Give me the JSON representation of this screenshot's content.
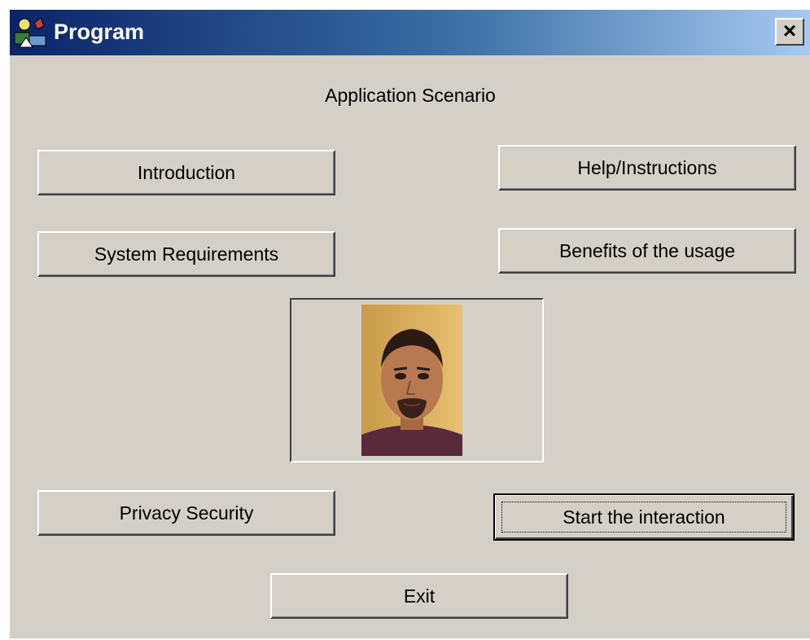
{
  "window": {
    "title": "Program",
    "close_glyph": "×",
    "app_icon": "program-app-icon"
  },
  "heading": "Application Scenario",
  "buttons": {
    "introduction": "Introduction",
    "help": "Help/Instructions",
    "system_requirements": "System Requirements",
    "benefits": "Benefits of the usage",
    "privacy": "Privacy Security",
    "start": "Start the interaction",
    "exit": "Exit"
  },
  "photo": {
    "subject": "person-portrait"
  },
  "colors": {
    "dialog_face": "#d4d0c8",
    "title_gradient_start": "#0a246a",
    "title_gradient_end": "#a6caf0"
  }
}
